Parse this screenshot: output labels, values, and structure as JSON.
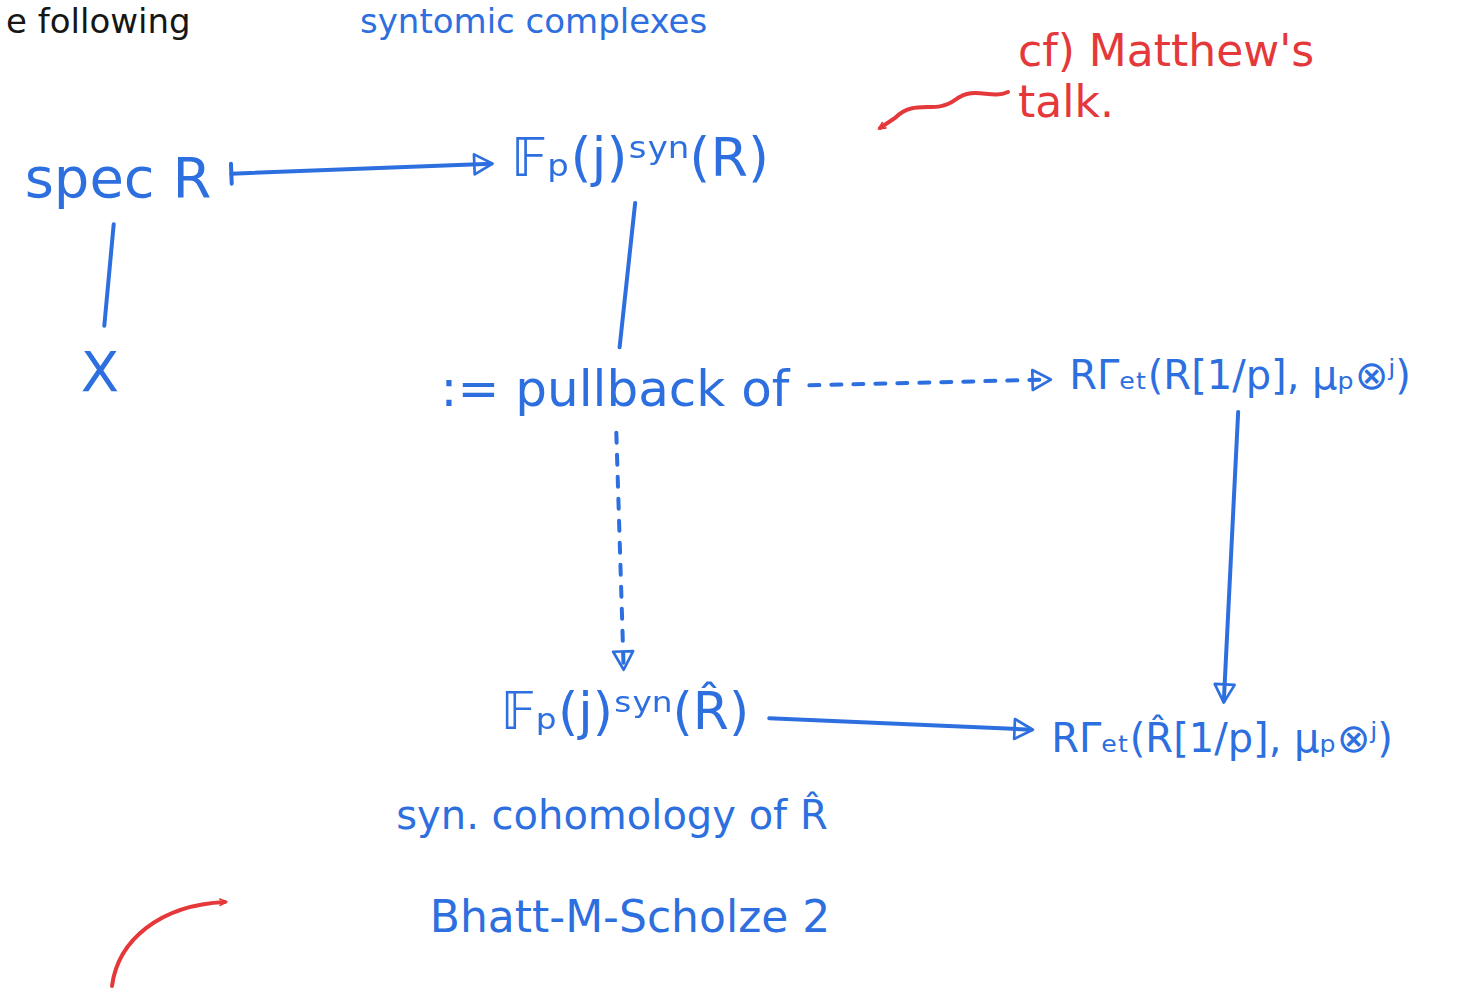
{
  "diagram": {
    "nodes": [
      {
        "text": [
          "spec R"
        ]
      },
      {
        "text": [
          "𝔽ₚ(j)ˢʸⁿ(R)"
        ]
      },
      {
        "text": [
          "X"
        ]
      },
      {
        "text": [
          ":= pullback of"
        ]
      },
      {
        "text": [
          "RΓₑₜ(R[1/p], μₚ⊗ʲ)"
        ]
      },
      {
        "text": [
          "𝔽ₚ(j)ˢʸⁿ(R̂)"
        ]
      },
      {
        "text": [
          "RΓₑₜ(R̂[1/p], μₚ⊗ʲ)"
        ]
      }
    ],
    "edges": [
      {
        "from": 0,
        "to": 1,
        "arrow": "to"
      },
      {
        "from": 0,
        "to": 2,
        "arrow": "none"
      },
      {
        "from": 1,
        "to": 3,
        "arrow": "none"
      },
      {
        "from": 3,
        "to": 4,
        "arrow": "to"
      },
      {
        "from": 3,
        "to": 5,
        "arrow": "to"
      },
      {
        "from": 4,
        "to": 6,
        "arrow": "to"
      },
      {
        "from": 5,
        "to": 6,
        "arrow": "to"
      }
    ],
    "labels": [
      "e following",
      "syntomic complexes",
      "cf) Matthew's talk.",
      "syn. cohomology of R̂",
      "Bhatt-M-Scholze 2"
    ]
  }
}
